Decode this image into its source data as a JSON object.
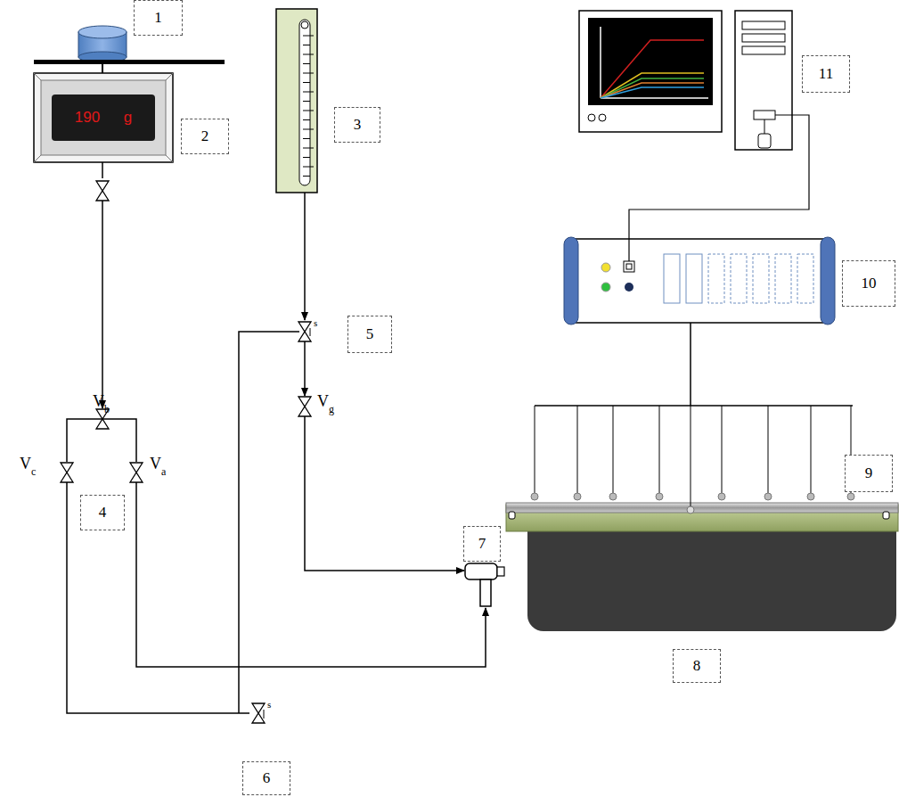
{
  "diagram": {
    "nodes": [
      {
        "text": [
          "1"
        ]
      },
      {
        "text": [
          "190 g"
        ]
      },
      {
        "text": [
          "2"
        ]
      },
      {
        "text": [
          "3"
        ]
      },
      {
        "text": [
          "11"
        ]
      },
      {
        "text": [
          "10"
        ]
      },
      {
        "text": [
          "5"
        ]
      },
      {
        "text": [
          "9"
        ]
      },
      {
        "text": [
          "4"
        ]
      },
      {
        "text": [
          "7"
        ]
      },
      {
        "text": [
          "8"
        ]
      },
      {
        "text": [
          "6"
        ]
      }
    ],
    "labels": [
      "V",
      "b",
      "V",
      "c",
      "V",
      "a",
      "s",
      "V",
      "g",
      "s"
    ]
  }
}
